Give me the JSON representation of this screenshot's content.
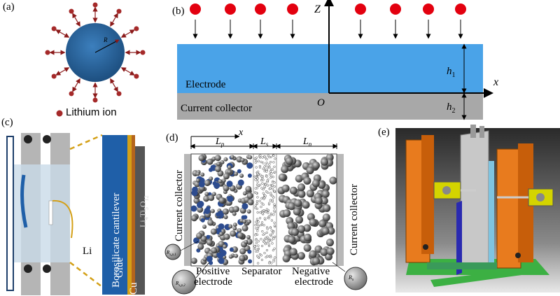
{
  "panel_a": {
    "label": "(a)",
    "radius_label": "R",
    "legend": "Lithium ion",
    "colors": {
      "sphere": "#2e6aa3",
      "ion": "#a52a2a",
      "arrow": "#8b1a1a"
    }
  },
  "panel_b": {
    "label": "(b)",
    "z_axis": "Z",
    "x_axis": "x",
    "origin": "O",
    "electrode": "Electrode",
    "collector": "Current collector",
    "h1": "h",
    "h1_sub": "1",
    "h2": "h",
    "h2_sub": "2",
    "colors": {
      "electrode": "#4aa3e8",
      "collector": "#a8a8a8",
      "ion": "#e3000f"
    }
  },
  "panel_c": {
    "label": "(c)",
    "li": "Li",
    "cantilever": "Borosilicate cantilever",
    "glue": "Glue",
    "cu": "Cu",
    "lto": "Li",
    "lto_4": "4",
    "lto_ti": "Ti",
    "lto_5": "5",
    "lto_o": "O",
    "lto_12": "12",
    "colors": {
      "cantilever": "#1f5fa8",
      "glue": "#d4a017",
      "copper": "#b5651d"
    }
  },
  "panel_d": {
    "label": "(d)",
    "x_axis": "x",
    "lp": "L",
    "lp_sub": "p",
    "ls": "L",
    "ls_sub": "s",
    "ln": "L",
    "ln_sub": "n",
    "left_collector": "Current collector",
    "right_collector": "Current collector",
    "positive_1": "Positive",
    "positive_2": "electrode",
    "separator": "Separator",
    "negative_1": "Negative",
    "negative_2": "electrode",
    "r_p1": "R",
    "r_p1_sub": "s,p,1",
    "r_p2": "R",
    "r_p2_sub": "s,p,2",
    "r_n": "R",
    "r_n_sub": "s"
  },
  "panel_e": {
    "label": "(e)",
    "colors": {
      "frame": "#e87b1e",
      "base": "#3cb043",
      "plate": "#c8c8c8",
      "bracket": "#d4d400"
    }
  }
}
